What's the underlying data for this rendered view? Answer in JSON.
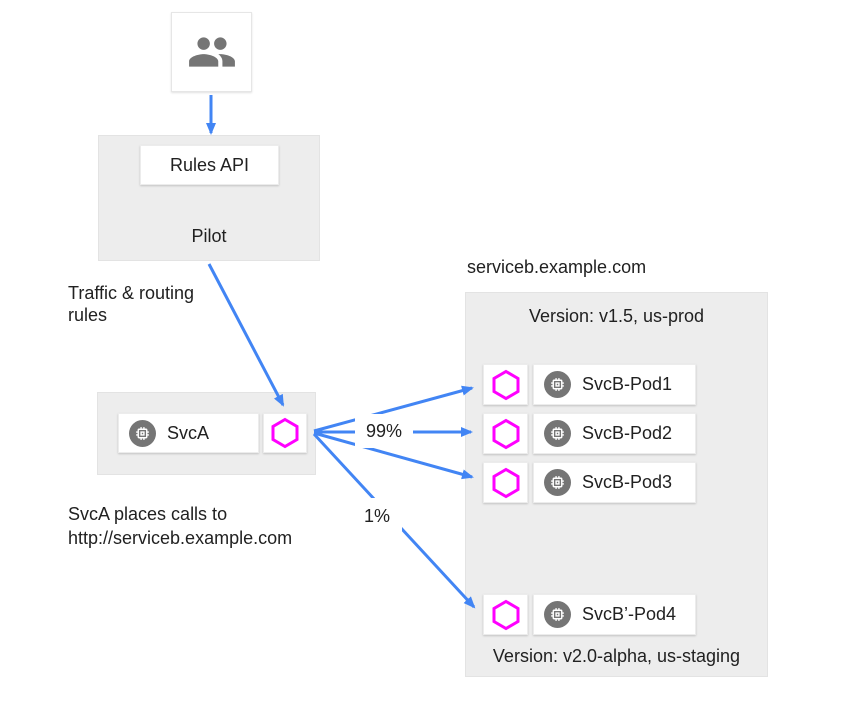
{
  "colors": {
    "arrow_blue": "#4285f4",
    "envoy_magenta": "#ff00ff",
    "icon_gray": "#757575",
    "panel_gray": "#ededed",
    "text": "#212121"
  },
  "pilot": {
    "api_label": "Rules API",
    "title": "Pilot"
  },
  "labels": {
    "traffic_line1": "Traffic & routing",
    "traffic_line2": "rules",
    "calls_line1": "SvcA places calls to",
    "calls_line2": "http://serviceb.example.com",
    "pct_major": "99%",
    "pct_minor": "1%"
  },
  "svca": {
    "service_label": "SvcA"
  },
  "serviceb": {
    "title": "serviceb.example.com",
    "version_prod": "Version: v1.5, us-prod",
    "version_staging": "Version: v2.0-alpha, us-staging",
    "pods": [
      {
        "label": "SvcB-Pod1"
      },
      {
        "label": "SvcB-Pod2"
      },
      {
        "label": "SvcB-Pod3"
      },
      {
        "label": "SvcB’-Pod4"
      }
    ]
  }
}
